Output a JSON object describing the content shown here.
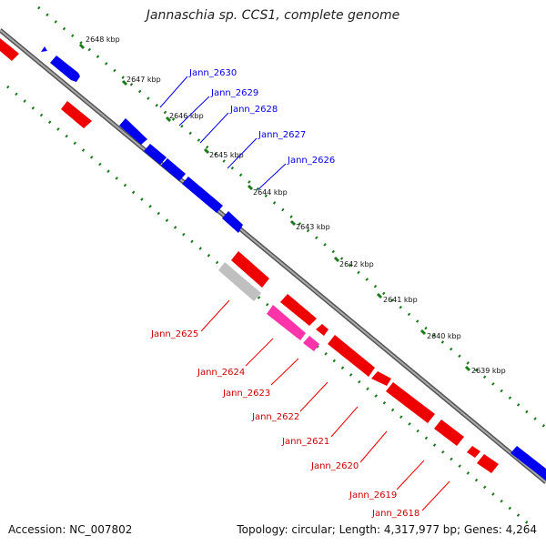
{
  "title": "Jannaschia sp. CCS1, complete genome",
  "footer": {
    "accession": "Accession: NC_007802",
    "topology": "Topology: circular; Length: 4,317,977 bp; Genes: 4,264"
  },
  "colors": {
    "forward": "#0000ee",
    "reverse": "#ee0000",
    "rna": "#ff33aa",
    "pseudo": "#c0c0c0",
    "backbone": "#777777",
    "ticks": "#1a7a1a"
  },
  "scale": {
    "ticks": [
      {
        "label": "2648 kbp"
      },
      {
        "label": "2647 kbp"
      },
      {
        "label": "2646 kbp"
      },
      {
        "label": "2645 kbp"
      },
      {
        "label": "2644 kbp"
      },
      {
        "label": "2643 kbp"
      },
      {
        "label": "2642 kbp"
      },
      {
        "label": "2641 kbp"
      },
      {
        "label": "2640 kbp"
      },
      {
        "label": "2639 kbp"
      }
    ]
  },
  "genes": {
    "forward_labels": [
      {
        "label": "Jann_2630"
      },
      {
        "label": "Jann_2629"
      },
      {
        "label": "Jann_2628"
      },
      {
        "label": "Jann_2627"
      },
      {
        "label": "Jann_2626"
      }
    ],
    "reverse_labels": [
      {
        "label": "Jann_2625"
      },
      {
        "label": "Jann_2624"
      },
      {
        "label": "Jann_2623"
      },
      {
        "label": "Jann_2622"
      },
      {
        "label": "Jann_2621"
      },
      {
        "label": "Jann_2620"
      },
      {
        "label": "Jann_2619"
      },
      {
        "label": "Jann_2618"
      }
    ]
  }
}
